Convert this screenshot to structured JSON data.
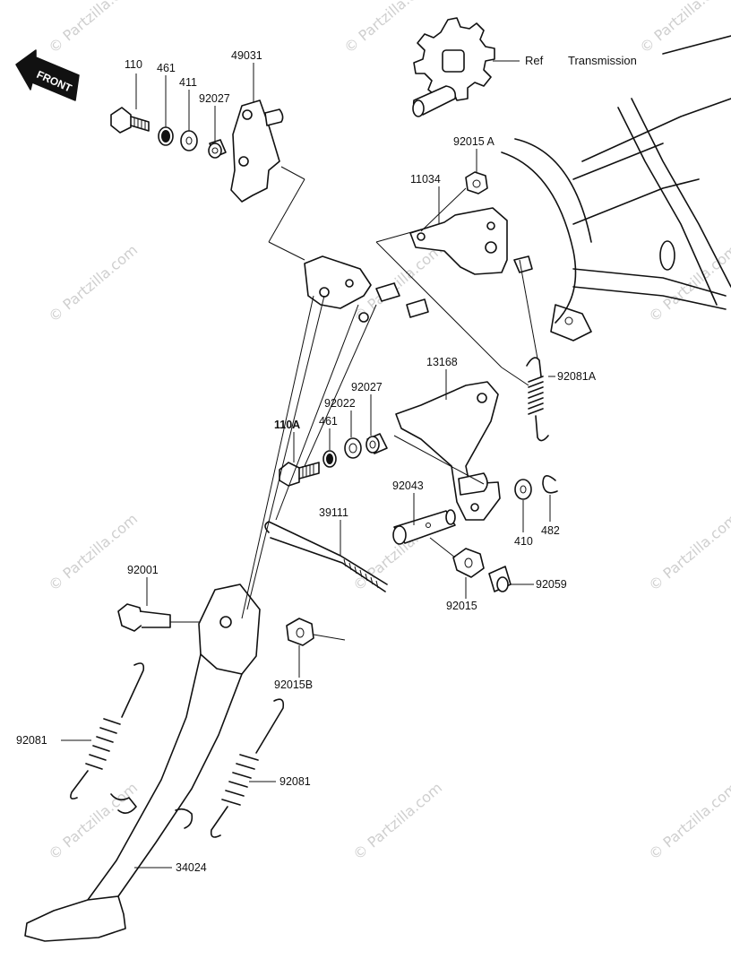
{
  "front_indicator": "FRONT",
  "reference": {
    "ref": "Ref",
    "target": "Transmission"
  },
  "watermark": "© Partzilla.com",
  "parts": {
    "p110": "110",
    "p461": "461",
    "p411": "411",
    "p92027_top": "92027",
    "p49031": "49031",
    "p92015a": "92015 A",
    "p11034": "11034",
    "p13168": "13168",
    "p92081a": "92081A",
    "p92027_mid": "92027",
    "p92022": "92022",
    "p461_mid": "461",
    "p110a": "110A",
    "p92043": "92043",
    "p410": "410",
    "p482": "482",
    "p39111": "39111",
    "p92001": "92001",
    "p92015": "92015",
    "p92059": "92059",
    "p92015b": "92015B",
    "p92081_left": "92081",
    "p92081_right": "92081",
    "p34024": "34024"
  }
}
